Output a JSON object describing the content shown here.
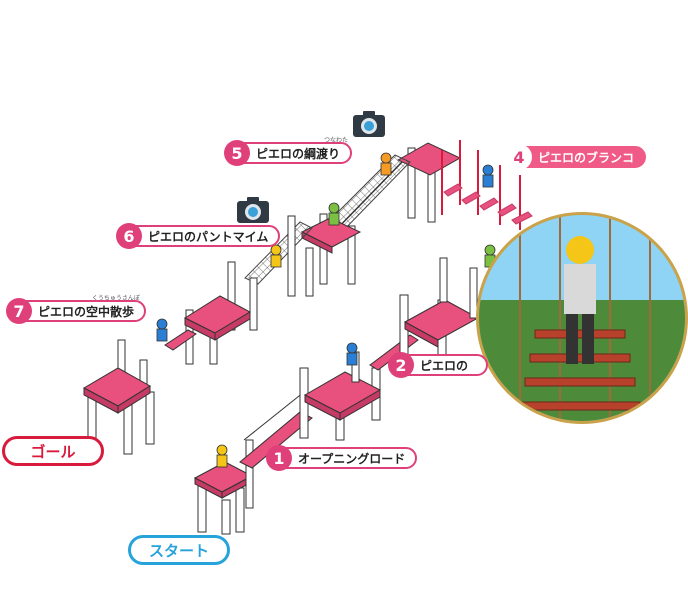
{
  "stations": [
    {
      "num": "1",
      "label": "オープニングロード",
      "ruby": ""
    },
    {
      "num": "2",
      "label": "ピエロの",
      "ruby": ""
    },
    {
      "num": "4",
      "label": "ピエロのブランコ",
      "ruby": ""
    },
    {
      "num": "5",
      "label": "ピエロの綱渡り",
      "ruby": "つなわた"
    },
    {
      "num": "6",
      "label": "ピエロのパントマイム",
      "ruby": ""
    },
    {
      "num": "7",
      "label": "ピエロの空中散歩",
      "ruby": "くうちゅうさんぽ"
    }
  ],
  "endpoints": {
    "goal": "ゴール",
    "start": "スタート"
  },
  "icons": [
    "camera-icon",
    "camera-icon"
  ],
  "colors": {
    "platform": "#e8507e",
    "platform_dark": "#c63a66",
    "post": "#ffffff",
    "outline": "#333333",
    "accent": "#e0407a",
    "goal": "#d81b3c",
    "start": "#27a3dc",
    "highlight": "#ef5a86"
  }
}
